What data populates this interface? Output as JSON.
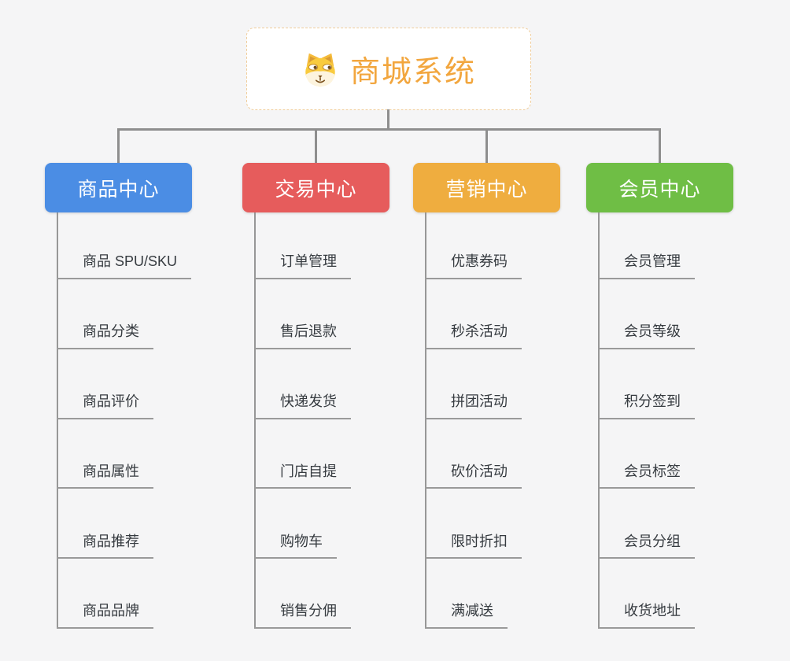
{
  "root": {
    "title": "商城系统",
    "icon": "shiba-dog-icon",
    "text_color": "#F2A63E",
    "border_color": "#F0CD9B"
  },
  "colors": {
    "background": "#F5F5F6",
    "connector": "#8E8E8E",
    "leaf_text": "#363B40"
  },
  "branches": [
    {
      "label": "商品中心",
      "color": "#4B8DE4",
      "items": [
        "商品 SPU/SKU",
        "商品分类",
        "商品评价",
        "商品属性",
        "商品推荐",
        "商品品牌"
      ]
    },
    {
      "label": "交易中心",
      "color": "#E65C5C",
      "items": [
        "订单管理",
        "售后退款",
        "快递发货",
        "门店自提",
        "购物车",
        "销售分佣"
      ]
    },
    {
      "label": "营销中心",
      "color": "#EFAD3F",
      "items": [
        "优惠券码",
        "秒杀活动",
        "拼团活动",
        "砍价活动",
        "限时折扣",
        "满减送"
      ]
    },
    {
      "label": "会员中心",
      "color": "#6FBE45",
      "items": [
        "会员管理",
        "会员等级",
        "积分签到",
        "会员标签",
        "会员分组",
        "收货地址"
      ]
    }
  ]
}
